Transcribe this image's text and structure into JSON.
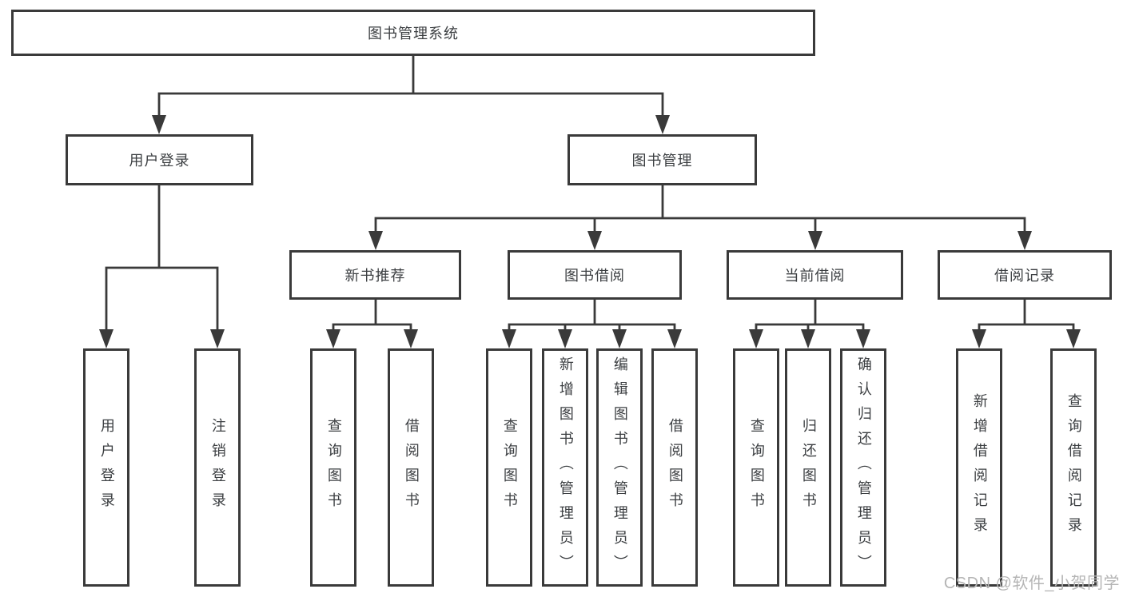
{
  "diagram": {
    "root": {
      "label": "图书管理系统"
    },
    "level2": [
      {
        "label": "用户登录",
        "children": [
          {
            "label": "用户登录"
          },
          {
            "label": "注销登录"
          }
        ]
      },
      {
        "label": "图书管理",
        "children": [
          {
            "label": "新书推荐",
            "children": [
              {
                "label": "查询图书"
              },
              {
                "label": "借阅图书"
              }
            ]
          },
          {
            "label": "图书借阅",
            "children": [
              {
                "label": "查询图书"
              },
              {
                "label": "新增图书（管理员）"
              },
              {
                "label": "编辑图书（管理员）"
              },
              {
                "label": "借阅图书"
              }
            ]
          },
          {
            "label": "当前借阅",
            "children": [
              {
                "label": "查询图书"
              },
              {
                "label": "归还图书"
              },
              {
                "label": "确认归还（管理员）"
              }
            ]
          },
          {
            "label": "借阅记录",
            "children": [
              {
                "label": "新增借阅记录"
              },
              {
                "label": "查询借阅记录"
              }
            ]
          }
        ]
      }
    ],
    "watermark": "CSDN @软件_小贺同学"
  }
}
